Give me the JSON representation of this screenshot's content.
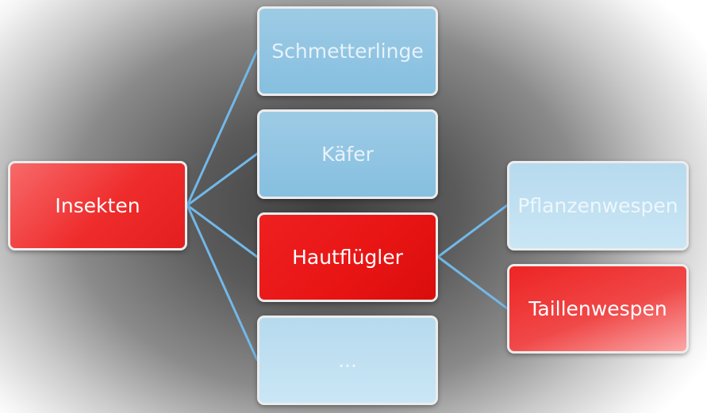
{
  "diagram": {
    "root": {
      "label": "Insekten",
      "color": "#ef2c2c"
    },
    "level1": [
      {
        "label": "Schmetterlinge",
        "color": "#9dcbe5"
      },
      {
        "label": "Käfer",
        "color": "#86bfe0"
      },
      {
        "label": "Hautflügler",
        "color": "#e81414"
      },
      {
        "label": "...",
        "color": "#b7daee"
      }
    ],
    "level2": [
      {
        "label": "Pflanzenwespen",
        "color": "#b7daee"
      },
      {
        "label": "Taillenwespen",
        "color": "#f04848"
      }
    ],
    "connector_color": "#72b8e8"
  }
}
